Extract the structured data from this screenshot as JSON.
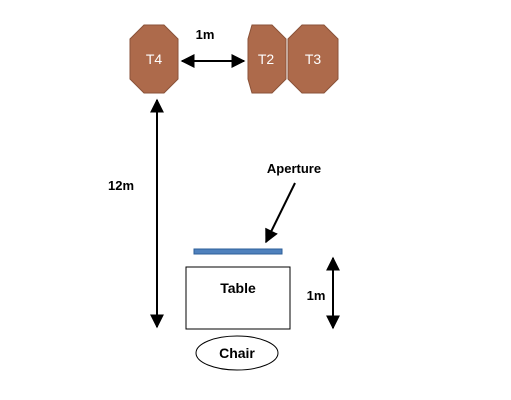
{
  "colors": {
    "octagon_fill": "#ad6a4b",
    "octagon_stroke": "#8a5238",
    "aperture_fill": "#4f81bd",
    "aperture_stroke": "#2e5f99",
    "line": "#000000"
  },
  "targets": {
    "t4": "T4",
    "t2": "T2",
    "t3": "T3"
  },
  "dimensions": {
    "horizontal": "1m",
    "vertical": "12m",
    "table_depth": "1m"
  },
  "labels": {
    "aperture": "Aperture",
    "table": "Table",
    "chair": "Chair"
  }
}
